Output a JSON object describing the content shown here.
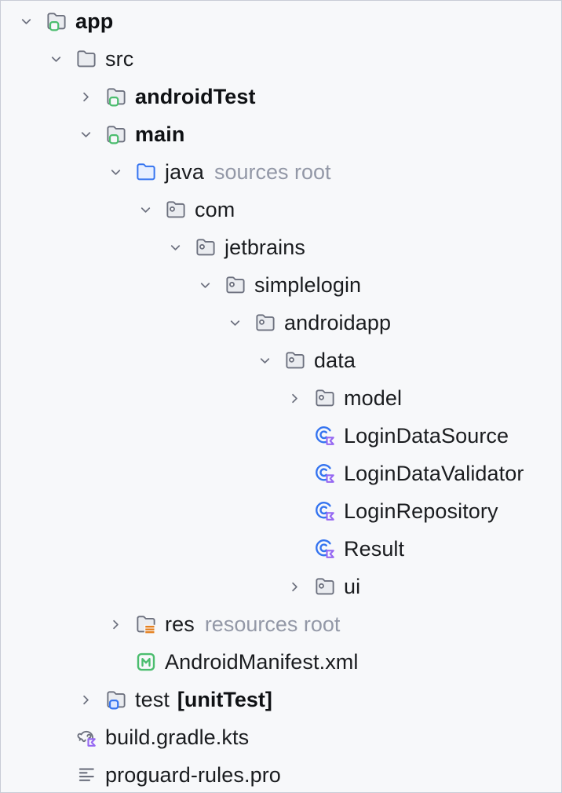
{
  "tree": {
    "rows": [
      {
        "label": "app",
        "level": 0,
        "chevron": "expanded",
        "icon": "module-folder-icon",
        "bold": true
      },
      {
        "label": "src",
        "level": 1,
        "chevron": "expanded",
        "icon": "folder-icon",
        "bold": false
      },
      {
        "label": "androidTest",
        "level": 2,
        "chevron": "collapsed",
        "icon": "module-folder-icon",
        "bold": true
      },
      {
        "label": "main",
        "level": 2,
        "chevron": "expanded",
        "icon": "module-folder-icon",
        "bold": true
      },
      {
        "label": "java",
        "level": 3,
        "chevron": "expanded",
        "icon": "sources-root-folder-icon",
        "bold": false,
        "annotation": "sources root"
      },
      {
        "label": "com",
        "level": 4,
        "chevron": "expanded",
        "icon": "package-icon",
        "bold": false
      },
      {
        "label": "jetbrains",
        "level": 5,
        "chevron": "expanded",
        "icon": "package-icon",
        "bold": false
      },
      {
        "label": "simplelogin",
        "level": 6,
        "chevron": "expanded",
        "icon": "package-icon",
        "bold": false
      },
      {
        "label": "androidapp",
        "level": 7,
        "chevron": "expanded",
        "icon": "package-icon",
        "bold": false
      },
      {
        "label": "data",
        "level": 8,
        "chevron": "expanded",
        "icon": "package-icon",
        "bold": false
      },
      {
        "label": "model",
        "level": 9,
        "chevron": "collapsed",
        "icon": "package-icon",
        "bold": false
      },
      {
        "label": "LoginDataSource",
        "level": 9,
        "chevron": "none",
        "icon": "kotlin-class-icon",
        "bold": false
      },
      {
        "label": "LoginDataValidator",
        "level": 9,
        "chevron": "none",
        "icon": "kotlin-class-icon",
        "bold": false
      },
      {
        "label": "LoginRepository",
        "level": 9,
        "chevron": "none",
        "icon": "kotlin-class-icon",
        "bold": false
      },
      {
        "label": "Result",
        "level": 9,
        "chevron": "none",
        "icon": "kotlin-class-icon",
        "bold": false
      },
      {
        "label": "ui",
        "level": 9,
        "chevron": "collapsed",
        "icon": "package-icon",
        "bold": false
      },
      {
        "label": "res",
        "level": 3,
        "chevron": "collapsed",
        "icon": "resources-root-folder-icon",
        "bold": false,
        "annotation": "resources root"
      },
      {
        "label": "AndroidManifest.xml",
        "level": 3,
        "chevron": "none",
        "icon": "manifest-icon",
        "bold": false
      },
      {
        "label": "test",
        "level": 2,
        "chevron": "collapsed",
        "icon": "test-folder-icon",
        "bold": false,
        "suffix": "[unitTest]"
      },
      {
        "label": "build.gradle.kts",
        "level": 1,
        "chevron": "none",
        "icon": "gradle-kotlin-icon",
        "bold": false
      },
      {
        "label": "proguard-rules.pro",
        "level": 1,
        "chevron": "none",
        "icon": "text-file-icon",
        "bold": false
      }
    ],
    "colors": {
      "background": "#f7f8fa",
      "border": "#c9ccd6",
      "text": "#1a1c1f",
      "annotation_text": "#9398a7",
      "icon_gray": "#6c707e",
      "accent_blue": "#3574f0",
      "accent_green": "#4bbd6e",
      "accent_orange": "#e5801f",
      "accent_purple": "#9668f2"
    }
  }
}
